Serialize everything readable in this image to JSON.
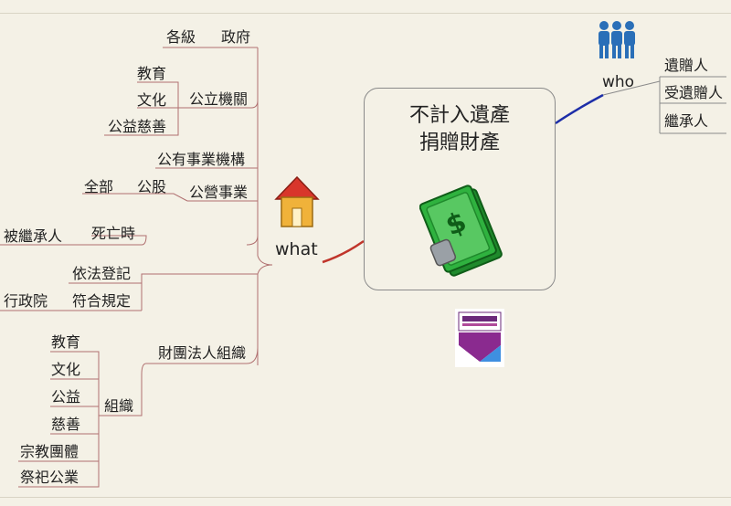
{
  "central": {
    "line1": "不計入遺產",
    "line2": "捐贈財產"
  },
  "who": {
    "label": "who",
    "items": [
      "遺贈人",
      "受遺贈人",
      "繼承人"
    ]
  },
  "what": {
    "label": "what"
  },
  "branches": {
    "gov_level": "各級",
    "gov": "政府",
    "edu": "教育",
    "culture": "文化",
    "charity": "公益慈善",
    "public_agency": "公立機關",
    "public_enterprise_agency": "公有事業機構",
    "all": "全部",
    "shares": "公股",
    "public_business": "公營事業",
    "decedent": "被繼承人",
    "at_death": "死亡時",
    "legal_register": "依法登記",
    "exec_yuan": "行政院",
    "compliant": "符合規定",
    "foundation": "財團法人組織",
    "org_edu": "教育",
    "org_culture": "文化",
    "org_public": "公益",
    "org_charity": "慈善",
    "org_religion": "宗教團體",
    "org_ancestral": "祭祀公業",
    "organization": "組織"
  },
  "colors": {
    "what_branch": "#c0352b",
    "who_branch": "#1d2ea8",
    "line": "#b07070"
  }
}
